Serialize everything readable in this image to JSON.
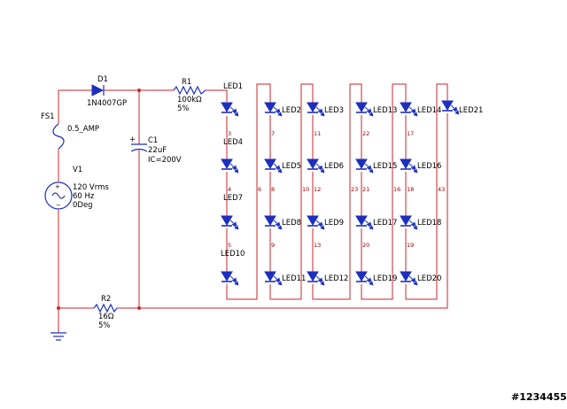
{
  "colors": {
    "wire": "#c8262b",
    "component": "#1c2fbf",
    "net_label": "#a00000",
    "text": "#000000"
  },
  "components": {
    "d1": {
      "ref": "D1",
      "value": "1N4007GP"
    },
    "r1": {
      "ref": "R1",
      "value": "100kΩ",
      "tol": "5%"
    },
    "fs1": {
      "ref": "FS1",
      "value": "0.5_AMP"
    },
    "c1": {
      "ref": "C1",
      "value": "22uF",
      "ic": "IC=200V"
    },
    "v1": {
      "ref": "V1",
      "voltage": "120 Vrms",
      "freq": "60 Hz",
      "phase": "0Deg"
    },
    "r2": {
      "ref": "R2",
      "value": "16Ω",
      "tol": "5%"
    }
  },
  "leds": [
    "LED1",
    "LED2",
    "LED3",
    "LED13",
    "LED14",
    "LED21",
    "LED4",
    "LED5",
    "LED6",
    "LED15",
    "LED16",
    "LED7",
    "LED8",
    "LED9",
    "LED17",
    "LED18",
    "LED10",
    "LED11",
    "LED12",
    "LED19",
    "LED20"
  ],
  "nets": [
    "3",
    "7",
    "11",
    "22",
    "17",
    "4",
    "8",
    "10",
    "12",
    "23",
    "21",
    "16",
    "18",
    "43",
    "6",
    "5",
    "9",
    "13",
    "20",
    "19"
  ],
  "watermark": "#1234455"
}
